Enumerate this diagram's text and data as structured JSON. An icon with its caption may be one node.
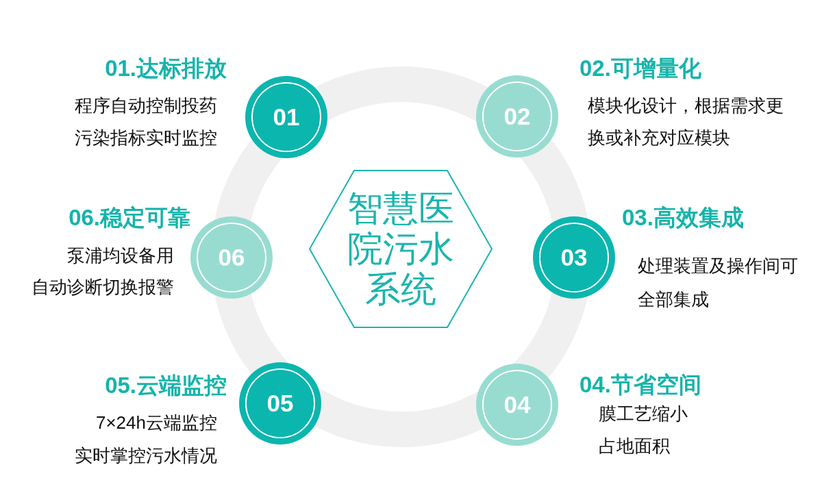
{
  "diagram": {
    "nodes": [
      {
        "text": [
          "智慧医院污水系统"
        ]
      },
      {
        "text": [
          "01"
        ],
        "beside": [
          "01.达标排放",
          "程序自动控制投药",
          "污染指标实时监控"
        ]
      },
      {
        "text": [
          "02"
        ],
        "beside": [
          "02.可增量化",
          "模块化设计，根据需求更换或补充对应模块"
        ]
      },
      {
        "text": [
          "03"
        ],
        "beside": [
          "03.高效集成",
          "处理装置及操作间可全部集成"
        ]
      },
      {
        "text": [
          "04"
        ],
        "beside": [
          "04.节省空间",
          "膜工艺缩小占地面积"
        ]
      },
      {
        "text": [
          "05"
        ],
        "beside": [
          "05.云端监控",
          "7×24h云端监控",
          "实时掌控污水情况"
        ]
      },
      {
        "text": [
          "06"
        ],
        "beside": [
          "06.稳定可靠",
          "泵浦均设备用",
          "自动诊断切换报警"
        ]
      }
    ]
  }
}
